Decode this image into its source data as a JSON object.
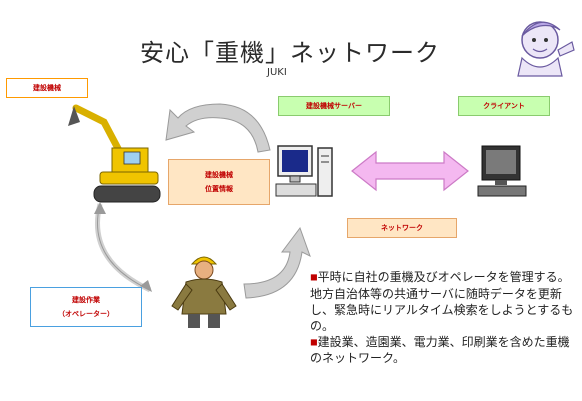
{
  "title": "安心「重機」ネットワーク",
  "subtitle": "JUKI",
  "labels": {
    "construction_machine": "建設機械",
    "server": "建設機械サーバー",
    "client": "クライアント",
    "info_line1": "建設機械",
    "info_line2": "位置情報",
    "network": "ネットワーク",
    "operator_line1": "建設作業",
    "operator_line2": "（オペレーター）"
  },
  "description": {
    "bullet": "■",
    "para1": "平時に自社の重機及びオペレータを管理する。地方自治体等の共通サーバに随時データを更新し、緊急時にリアルタイム検索をしようとするもの。",
    "para2": "建設業、造園業、電力業、印刷業を含めた重機のネットワーク。"
  },
  "colors": {
    "label_red": "#c00000",
    "green_label_bg": "#c8ffb0",
    "orange_label_bg": "#ffe6c4",
    "arrow_pink": "#f4b8f0",
    "arrow_gray": "#c8c8c8"
  }
}
